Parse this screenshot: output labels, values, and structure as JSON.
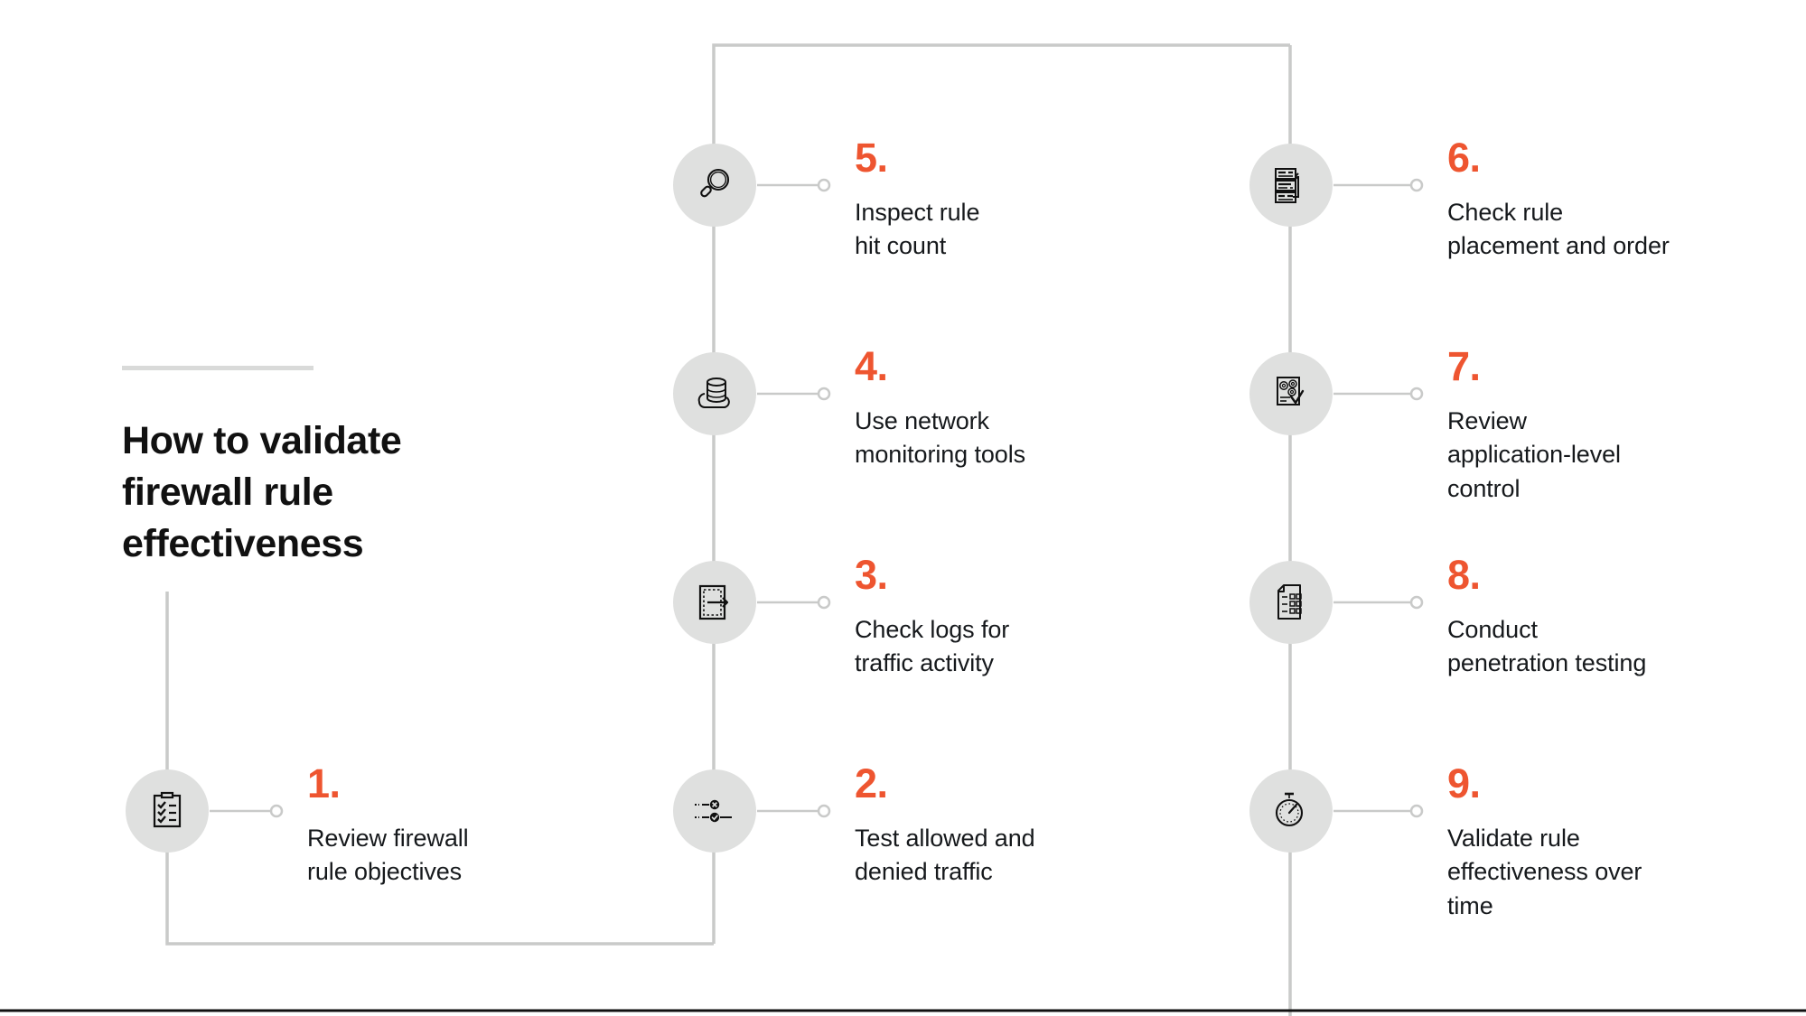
{
  "page": {
    "title": "How to validate\nfirewall rule\neffectiveness",
    "background_color": "#ffffff"
  },
  "colors": {
    "accent_orange": "#ee5530",
    "badge_grey": "#dfe0df",
    "line_grey": "#c9cac9",
    "rule_grey": "#d9dad9",
    "text_black": "#16191c"
  },
  "steps": [
    {
      "number": "1.",
      "label": "Review firewall\nrule objectives",
      "icon": "clipboard-checklist-icon"
    },
    {
      "number": "2.",
      "label": "Test allowed and\ndenied traffic",
      "icon": "allow-deny-traffic-icon"
    },
    {
      "number": "3.",
      "label": "Check logs for\ntraffic activity",
      "icon": "log-export-arrow-icon"
    },
    {
      "number": "4.",
      "label": "Use network\nmonitoring tools",
      "icon": "cloud-database-icon"
    },
    {
      "number": "5.",
      "label": "Inspect rule\nhit count",
      "icon": "magnifying-glass-icon"
    },
    {
      "number": "6.",
      "label": "Check rule\nplacement and order",
      "icon": "rule-reorder-stack-icon"
    },
    {
      "number": "7.",
      "label": "Review\napplication-level\ncontrol",
      "icon": "document-gears-check-icon"
    },
    {
      "number": "8.",
      "label": "Conduct\npenetration testing",
      "icon": "checklist-document-icon"
    },
    {
      "number": "9.",
      "label": "Validate rule\neffectiveness over\ntime",
      "icon": "stopwatch-icon"
    }
  ]
}
